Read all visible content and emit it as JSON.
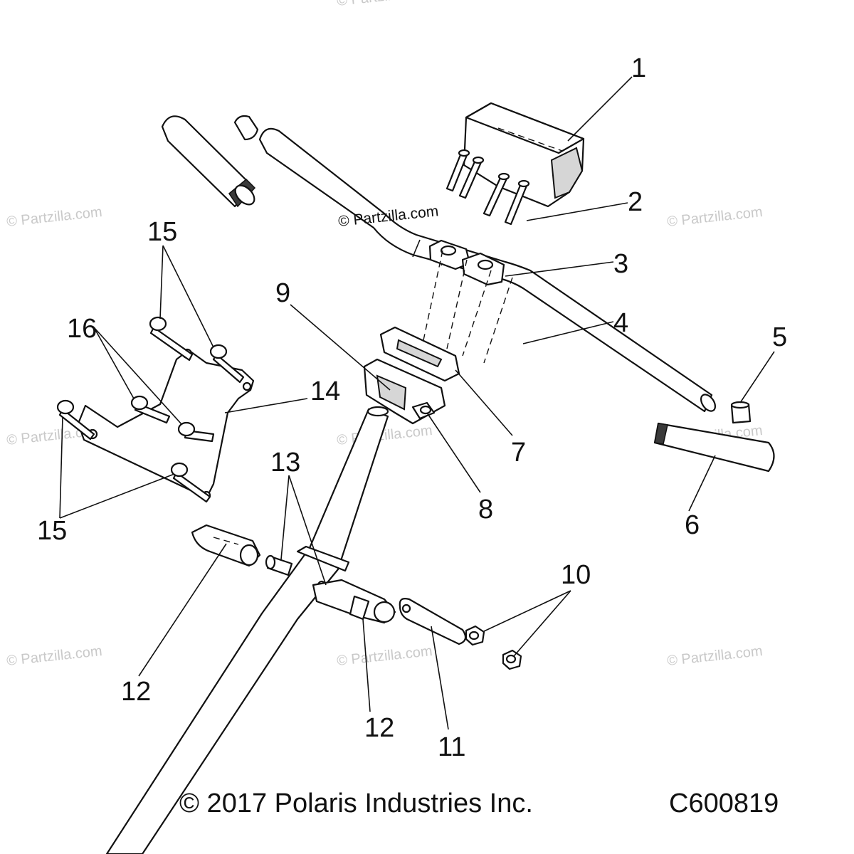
{
  "watermark_main": "© Partzilla.com",
  "watermarks": [
    "© Partzilla.com",
    "© Partzilla.com",
    "© Partzilla.com",
    "© Partzilla.com",
    "© Partzilla.com",
    "© Partzilla.com",
    "© Partzilla.com",
    "© Partzilla.com",
    "© Partzilla.com"
  ],
  "callouts": {
    "c1": "1",
    "c2": "2",
    "c3": "3",
    "c4": "4",
    "c5": "5",
    "c6": "6",
    "c7": "7",
    "c8": "8",
    "c9": "9",
    "c10": "10",
    "c11": "11",
    "c12a": "12",
    "c12b": "12",
    "c13": "13",
    "c14": "14",
    "c15a": "15",
    "c15b": "15",
    "c16": "16"
  },
  "footer": {
    "copyright": "© 2017 Polaris Industries Inc.",
    "drawing_number": "C600819"
  }
}
